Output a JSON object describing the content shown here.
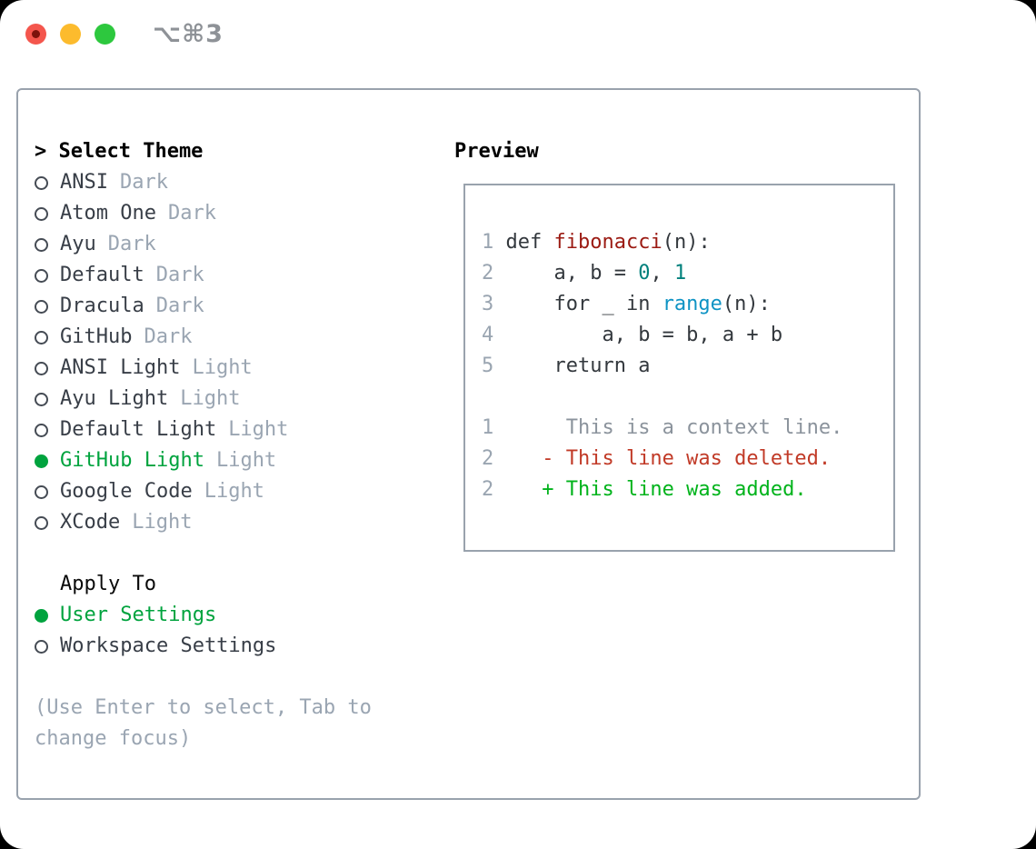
{
  "titlebar": {
    "title": "⌥⌘3"
  },
  "theme_list": {
    "header": "> Select Theme",
    "items": [
      {
        "name": "ANSI",
        "variant": "Dark",
        "selected": false
      },
      {
        "name": "Atom One",
        "variant": "Dark",
        "selected": false
      },
      {
        "name": "Ayu",
        "variant": "Dark",
        "selected": false
      },
      {
        "name": "Default",
        "variant": "Dark",
        "selected": false
      },
      {
        "name": "Dracula",
        "variant": "Dark",
        "selected": false
      },
      {
        "name": "GitHub",
        "variant": "Dark",
        "selected": false
      },
      {
        "name": "ANSI Light",
        "variant": "Light",
        "selected": false
      },
      {
        "name": "Ayu Light",
        "variant": "Light",
        "selected": false
      },
      {
        "name": "Default Light",
        "variant": "Light",
        "selected": false
      },
      {
        "name": "GitHub Light",
        "variant": "Light",
        "selected": true
      },
      {
        "name": "Google Code",
        "variant": "Light",
        "selected": false
      },
      {
        "name": "XCode",
        "variant": "Light",
        "selected": false
      }
    ]
  },
  "apply_to": {
    "header": "Apply To",
    "options": [
      {
        "name": "User Settings",
        "selected": true
      },
      {
        "name": "Workspace Settings",
        "selected": false
      }
    ]
  },
  "hint": "(Use Enter to select, Tab to change focus)",
  "preview": {
    "header": "Preview",
    "lines": [
      {
        "num": "1",
        "tokens": [
          {
            "t": " def ",
            "c": "plain"
          },
          {
            "t": "fibonacci",
            "c": "title"
          },
          {
            "t": "(n):",
            "c": "plain"
          }
        ]
      },
      {
        "num": "2",
        "tokens": [
          {
            "t": "     a, b = ",
            "c": "plain"
          },
          {
            "t": "0",
            "c": "number"
          },
          {
            "t": ", ",
            "c": "plain"
          },
          {
            "t": "1",
            "c": "number"
          }
        ]
      },
      {
        "num": "3",
        "tokens": [
          {
            "t": "     for _ in ",
            "c": "plain"
          },
          {
            "t": "range",
            "c": "builtin"
          },
          {
            "t": "(n):",
            "c": "plain"
          }
        ]
      },
      {
        "num": "4",
        "tokens": [
          {
            "t": "         a, b = b, a + b",
            "c": "plain"
          }
        ]
      },
      {
        "num": "5",
        "tokens": [
          {
            "t": "     return a",
            "c": "plain"
          }
        ]
      },
      {
        "num": "",
        "tokens": []
      },
      {
        "num": "1",
        "tokens": [
          {
            "t": "      This is a context line.",
            "c": "context"
          }
        ]
      },
      {
        "num": "2",
        "tokens": [
          {
            "t": "    - This line was deleted.",
            "c": "deleted"
          }
        ]
      },
      {
        "num": "2",
        "tokens": [
          {
            "t": "    + This line was added.",
            "c": "added"
          }
        ]
      }
    ]
  },
  "colors": {
    "accent_green": "#00a33e",
    "text_dark": "#383e47",
    "muted_gray": "#9aa5b2",
    "panel_border": "#99a2ad",
    "code_plain": "#33383d",
    "code_function_red": "#9b1a12",
    "code_number_teal": "#00807c",
    "code_builtin_blue": "#0e93c4",
    "line_number_gray": "#9aa5b1",
    "diff_context_gray": "#8b939c",
    "diff_deleted_red": "#c13a27",
    "diff_added_green": "#00b31b",
    "traffic_red": "#f4564d",
    "traffic_red_dot": "#7c130c",
    "traffic_yellow": "#fcbb2d",
    "traffic_green": "#2dc83e",
    "titlebar_text": "#8e9297"
  }
}
